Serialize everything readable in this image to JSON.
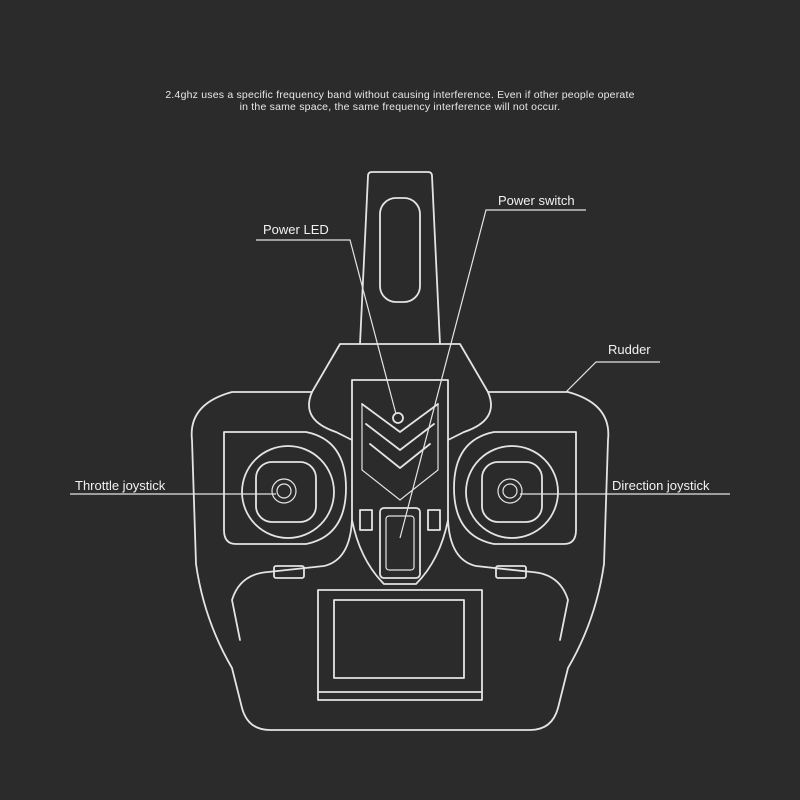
{
  "caption": {
    "line1": "2.4ghz uses a specific frequency band without causing interference. Even if other people operate",
    "line2": "in the same space, the same frequency interference will not occur."
  },
  "labels": {
    "power_led": "Power LED",
    "power_switch": "Power switch",
    "rudder": "Rudder",
    "throttle_joystick": "Throttle joystick",
    "direction_joystick": "Direction joystick"
  },
  "colors": {
    "background": "#2b2b2b",
    "line": "#e4e4e4",
    "text": "#f2f2f2"
  }
}
